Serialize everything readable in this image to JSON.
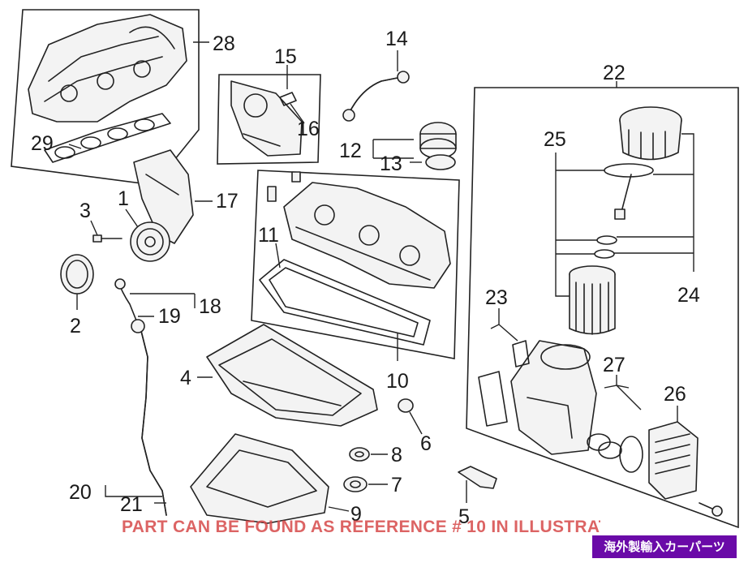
{
  "callouts": {
    "c1": "1",
    "c2": "2",
    "c3": "3",
    "c4": "4",
    "c5": "5",
    "c6": "6",
    "c7": "7",
    "c8": "8",
    "c9": "9",
    "c10": "10",
    "c11": "11",
    "c12": "12",
    "c13": "13",
    "c14": "14",
    "c15": "15",
    "c16": "16",
    "c17": "17",
    "c18": "18",
    "c19": "19",
    "c20": "20",
    "c21": "21",
    "c22": "22",
    "c23": "23",
    "c24": "24",
    "c25": "25",
    "c26": "26",
    "c27": "27",
    "c28": "28",
    "c29": "29"
  },
  "watermark": "PART CAN BE FOUND AS REFERENCE # 10 IN ILLUSTRAT",
  "badge": "海外製輸入カーパーツ",
  "colors": {
    "watermark": "#d64a4a",
    "badge": "#6a0aa8",
    "line": "#222222"
  }
}
